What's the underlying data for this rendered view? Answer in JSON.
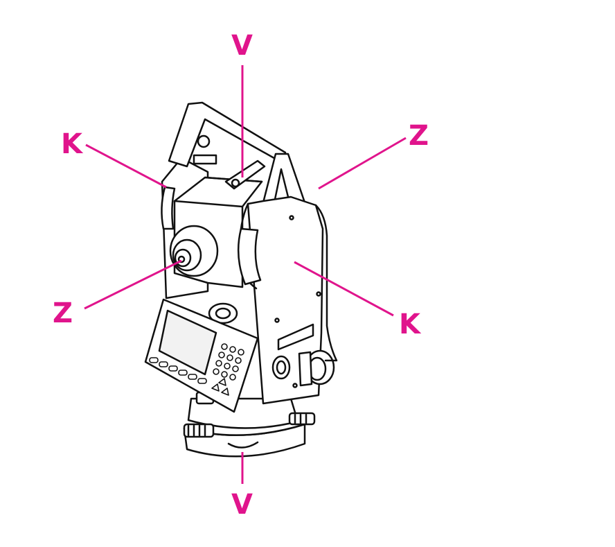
{
  "labels": {
    "vertical_axis_top": "V",
    "vertical_axis_bottom": "V",
    "tilt_axis_left": "K",
    "tilt_axis_right": "K",
    "line_of_sight_left": "Z",
    "line_of_sight_right": "Z"
  },
  "colors": {
    "axis": "#e0148c",
    "outline": "#111111",
    "fill": "#ffffff",
    "display": "#f2f2f2"
  }
}
